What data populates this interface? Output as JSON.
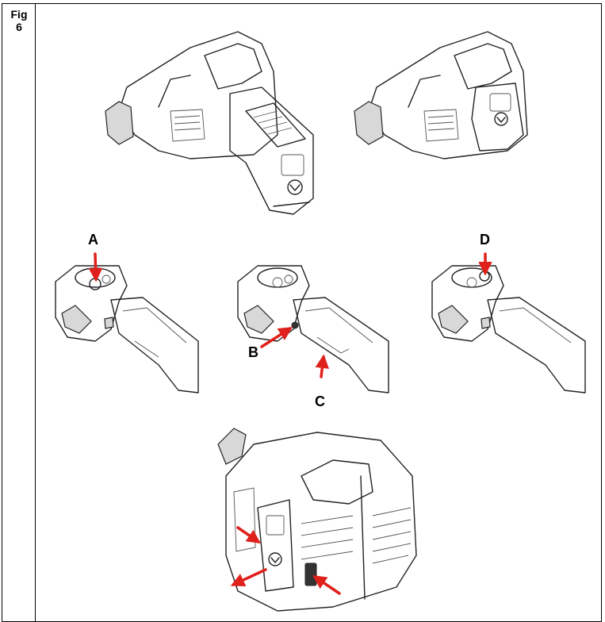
{
  "figure": {
    "label_line1": "Fig",
    "label_line2": "6"
  },
  "callouts": {
    "a": "A",
    "b": "B",
    "c": "C",
    "d": "D"
  },
  "colors": {
    "arrow": "#e0201b",
    "line": "#222222"
  }
}
